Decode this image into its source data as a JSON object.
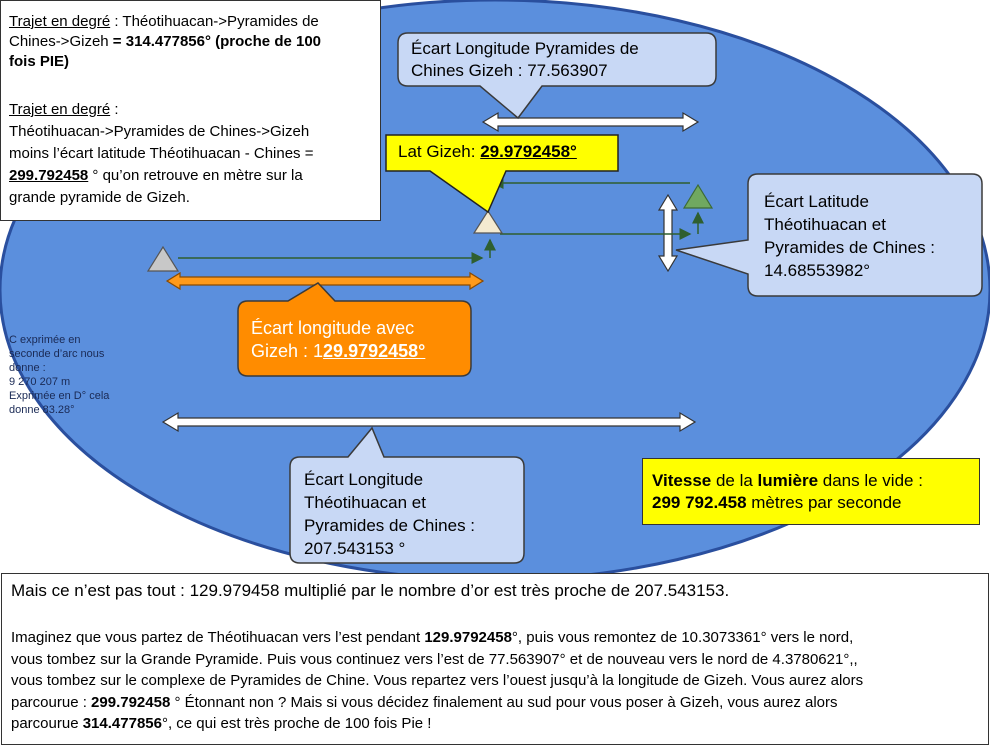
{
  "colors": {
    "oval_fill": "#5b8fdd",
    "oval_stroke": "#2a4f9e",
    "callout_fill": "#c8d8f5",
    "yellow": "#ffff00",
    "orange": "#ff8c00",
    "green_arrow": "#2f5f2f",
    "triangle_gray": "#c8c8c8",
    "triangle_beige": "#f4ead0",
    "triangle_green": "#70a860"
  },
  "top_left_box": {
    "p1_label": "Trajet en degré",
    "p1_sep": " : ",
    "p1_text_a": "Théotihuacan->Pyramides de",
    "p1_text_b": "Chines->Gizeh",
    "p1_value": " = 314.477856° (proche de 100",
    "p1_value_b": "fois PIE)",
    "p2_label": "Trajet en degré",
    "p2_sep": " :",
    "p2_line1": "Théotihuacan->Pyramides de Chines->Gizeh",
    "p2_line2": "moins l’écart latitude Théotihuacan - Chines =",
    "p2_value": "299.792458",
    "p2_line3": " ° qu’on retrouve en mètre sur la",
    "p2_line4": "grande pyramide de Gizeh."
  },
  "callout_longitude_pyr": {
    "line1": "Écart Longitude Pyramides de",
    "line2": "Chines Gizeh : 77.563907"
  },
  "callout_lat_gizeh": {
    "label": "Lat Gizeh: ",
    "value": "29.9792458°"
  },
  "callout_latitude": {
    "line1": "Écart Latitude",
    "line2": "Théotihuacan et",
    "line3": "Pyramides de Chines :",
    "line4": "14.68553982°"
  },
  "callout_orange": {
    "line1": "Écart longitude avec",
    "line2_a": "Gizeh : 1",
    "line2_b": "29.9792458°"
  },
  "small_note": {
    "l1": "C exprimée en",
    "l2": "seconde d’arc nous",
    "l3": "donne :",
    "l4": "9 270 207 m",
    "l5": "Exprimée en D° cela",
    "l6": "donne 83.28°"
  },
  "callout_longitude_teo": {
    "line1": "Écart Longitude",
    "line2": "Théotihuacan et",
    "line3": "Pyramides de Chines :",
    "line4": "207.543153 °"
  },
  "speed_box": {
    "w1": "Vitesse",
    "w2": " de la ",
    "w3": "lumière",
    "w4": " dans le vide :",
    "v1": "299 792.458",
    "v2": " mètres par seconde"
  },
  "bottom_box": {
    "line0": "Mais ce n’est pas tout : 129.979458 multiplié par le nombre d’or est très proche de 207.543153.",
    "l1a": "Imaginez que vous partez de Théotihuacan vers l’est pendant ",
    "l1b": "129.9792458",
    "l1c": "°, puis vous remontez de 10.3073361° vers le nord,",
    "l2": "vous tombez sur la Grande Pyramide. Puis vous continuez vers l’est de 77.563907° et de nouveau vers le nord de 4.3780621°,,",
    "l3": "vous tombez sur le complexe de Pyramides de Chine. Vous repartez vers l’ouest jusqu’à la longitude de Gizeh. Vous aurez alors",
    "l4a": "parcourue : ",
    "l4b": "299.792458",
    "l4c": " ° Étonnant non ? Mais si vous décidez finalement au sud pour vous poser à Gizeh, vous aurez alors",
    "l5a": "parcourue ",
    "l5b": "314.477856",
    "l5c": "°, ce qui est très proche de 100 fois Pie !"
  }
}
